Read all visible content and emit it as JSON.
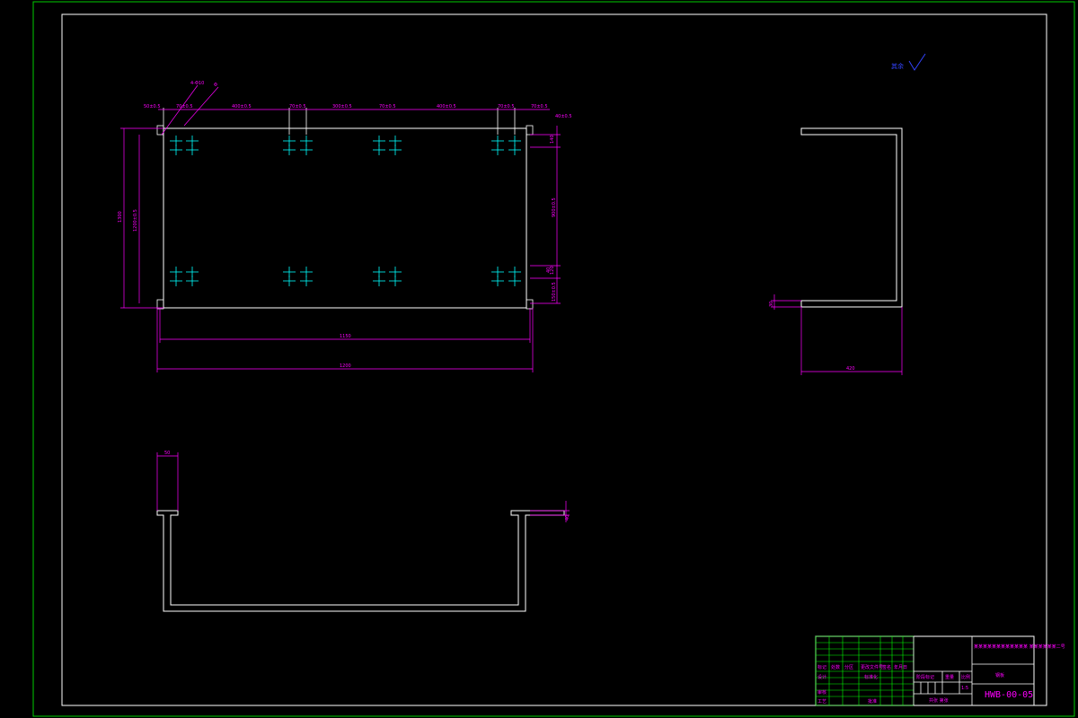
{
  "colors": {
    "background": "#000000",
    "sheet_border": "#00cc00",
    "frame": "#ffffff",
    "object_lines": "#ffffff",
    "dimensions": "#ff00ff",
    "center_marks": "#00ffff",
    "roughness_symbol": "#3344ff"
  },
  "roughness_note": "其余",
  "plan_view": {
    "top_dimensions": [
      "50±0.5",
      "70±0.5",
      "400±0.5",
      "70±0.5",
      "300±0.5",
      "70±0.5",
      "400±0.5",
      "70±0.5",
      "70±0.5"
    ],
    "leader_labels": [
      "4-Φ10",
      "Φ"
    ],
    "right_dimensions": [
      "40±0.5",
      "140",
      "900±0.5",
      "120",
      "40",
      "150±0.5"
    ],
    "left_dimensions": [
      "1300",
      "1200±0.5"
    ],
    "bottom_dimensions": [
      "1150",
      "1200"
    ]
  },
  "side_view": {
    "height_dim": "30",
    "width_dim": "420"
  },
  "front_view": {
    "flange_dim": "50",
    "side_dim": "40"
  },
  "title_block": {
    "drawing_title": "某某某某某某某某某某某某 某某某某某某二号",
    "material": "钢板",
    "drawing_code": "HWB-00-05",
    "scale": "1:5",
    "sheet_info": "共张 第张",
    "headers": [
      "标记",
      "处数",
      "分区",
      "更改文件号",
      "签名",
      "年月日"
    ],
    "rows": [
      "设计",
      "审核",
      "工艺"
    ],
    "mid_labels": [
      "标准化",
      "批准"
    ],
    "stage_labels": [
      "阶段标记",
      "重量",
      "比例"
    ]
  }
}
